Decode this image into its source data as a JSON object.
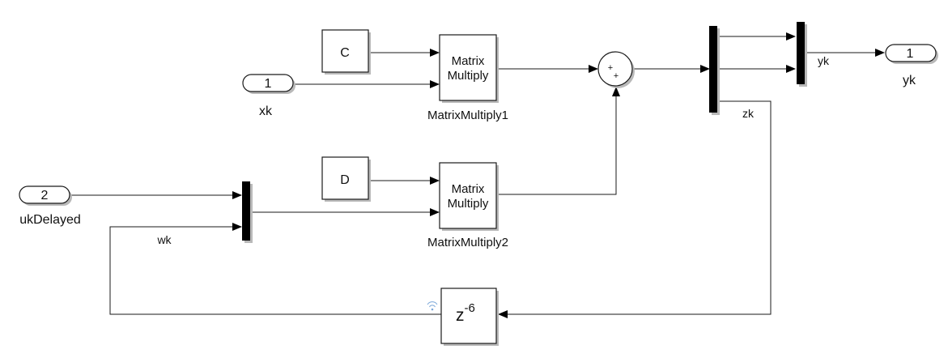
{
  "ports": {
    "xk": {
      "number": "1",
      "name": "xk"
    },
    "ukDelayed": {
      "number": "2",
      "name": "ukDelayed"
    },
    "yk": {
      "number": "1",
      "name": "yk"
    }
  },
  "constants": {
    "c": "C",
    "d": "D"
  },
  "multiply_blocks": {
    "mm1": {
      "line1": "Matrix",
      "line2": "Multiply",
      "name": "MatrixMultiply1"
    },
    "mm2": {
      "line1": "Matrix",
      "line2": "Multiply",
      "name": "MatrixMultiply2"
    }
  },
  "sum_block": {
    "sign_top": "+",
    "sign_bottom": "+"
  },
  "delay_block": {
    "base": "z",
    "exponent": "-6"
  },
  "signal_labels": {
    "zk": "zk",
    "yk": "yk",
    "wk": "wk"
  },
  "colors": {
    "line": "#1a1a1a",
    "shadow": "#b9b9b9",
    "icon": "#7aa7d9"
  }
}
